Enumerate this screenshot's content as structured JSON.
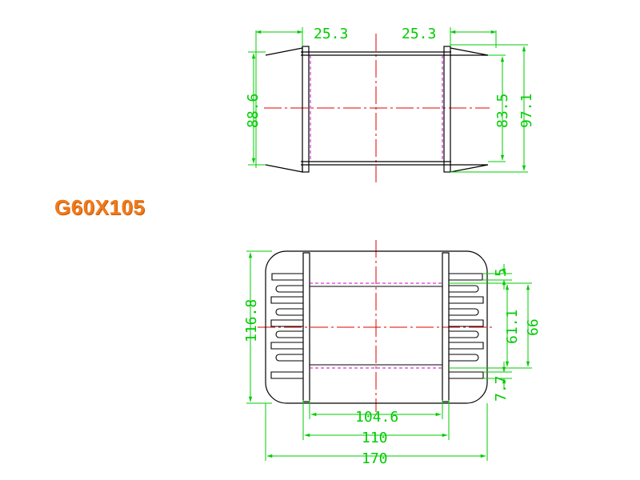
{
  "title": "G60X105",
  "colors": {
    "outline": "#000000",
    "dimension": "#00cc00",
    "centerline": "#e00000",
    "hidden": "#d000d0",
    "title": "#f07a1c"
  },
  "top_view": {
    "dim_left_flange": "25.3",
    "dim_right_flange": "25.3",
    "dim_inner_height": "88.6",
    "dim_right_inner": "83.5",
    "dim_right_outer": "97.1"
  },
  "front_view": {
    "dim_height": "116.8",
    "dim_slot": "5",
    "dim_window": "61.1",
    "dim_span": "66",
    "dim_bottom": "7.7",
    "dim_inner_width": "104.6",
    "dim_mid_width": "110",
    "dim_total_width": "170"
  }
}
